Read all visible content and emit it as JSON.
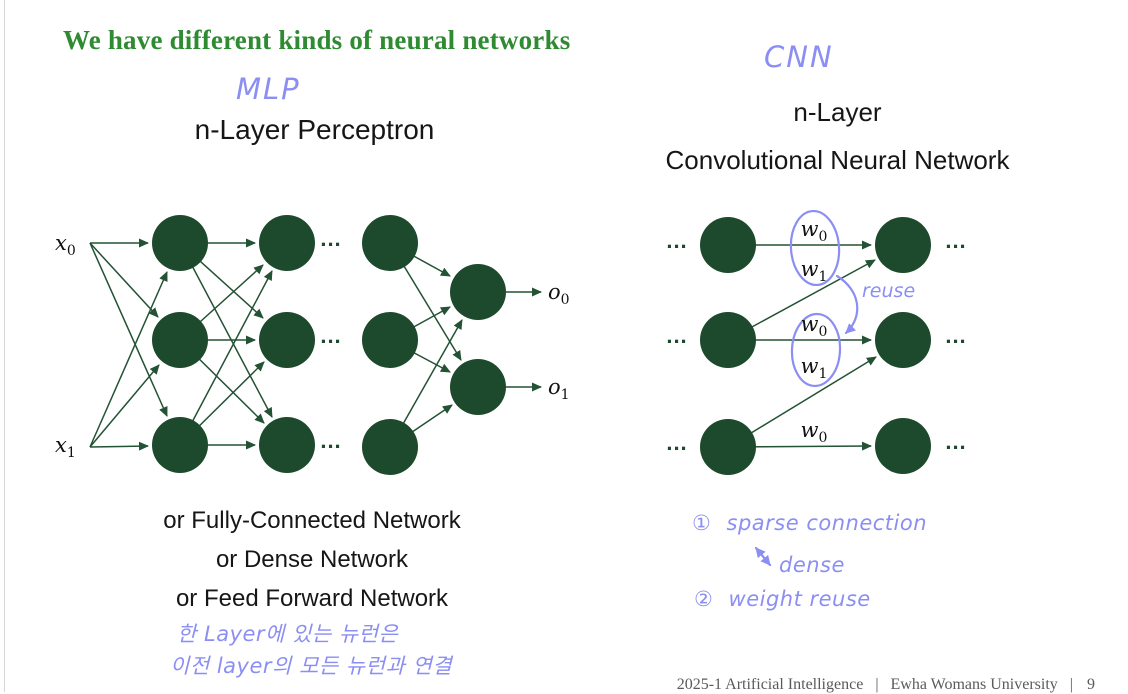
{
  "slide": {
    "title": "We have different kinds of neural networks",
    "footer": {
      "course": "2025-1 Artificial Intelligence",
      "separator": "|",
      "institution": "Ewha Womans University",
      "page": "9"
    }
  },
  "mlp": {
    "handwritten_label": "MLP",
    "heading": "n-Layer Perceptron",
    "inputs": [
      {
        "base": "x",
        "sub": "0"
      },
      {
        "base": "x",
        "sub": "1"
      }
    ],
    "outputs": [
      {
        "base": "o",
        "sub": "0"
      },
      {
        "base": "o",
        "sub": "1"
      }
    ],
    "ellipsis": "...",
    "alt_names": [
      "or Fully-Connected Network",
      "or Dense Network",
      "or Feed Forward Network"
    ],
    "handwritten_notes": [
      "한 Layer에 있는 뉴런은",
      "이전 layer의 모든 뉴런과 연결"
    ]
  },
  "cnn": {
    "handwritten_label": "CNN",
    "heading_line1": "n-Layer",
    "heading_line2": "Convolutional Neural Network",
    "weights": [
      {
        "base": "w",
        "sub": "0"
      },
      {
        "base": "w",
        "sub": "1"
      },
      {
        "base": "w",
        "sub": "0"
      },
      {
        "base": "w",
        "sub": "1"
      },
      {
        "base": "w",
        "sub": "0"
      }
    ],
    "reuse_label": "reuse",
    "ellipsis": "...",
    "annotations": {
      "item1_num": "①",
      "item1_text": "sparse connection",
      "arrow_note": "dense",
      "item2_num": "②",
      "item2_text": "weight reuse"
    }
  },
  "colors": {
    "title_green": "#2e8b32",
    "node_green": "#1d4a2c",
    "edge_green": "#235234",
    "ink_purple": "#8b8ef2",
    "footer_gray": "#5a5a5a"
  }
}
